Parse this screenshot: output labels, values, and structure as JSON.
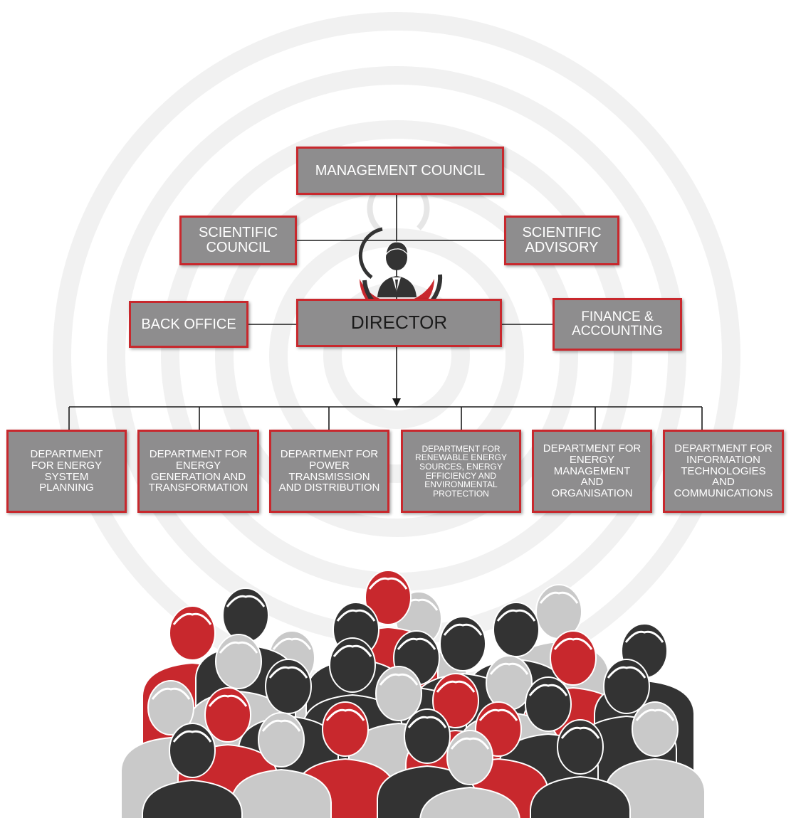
{
  "colors": {
    "border": "#c8282d",
    "box_fill": "#8e8d8e",
    "box_text": "#ffffff",
    "director_text": "#1b1b1b",
    "line": "#1b1b1b",
    "ring": "#f1f1f1",
    "person_dark": "#333333",
    "person_red": "#c8282d",
    "person_light": "#c9c9c9"
  },
  "top": {
    "management_council": "MANAGEMENT COUNCIL",
    "scientific_council": "SCIENTIFIC\nCOUNCIL",
    "scientific_advisory": "SCIENTIFIC\nADVISORY",
    "director": "DIRECTOR",
    "back_office": "BACK OFFICE",
    "finance": "FINANCE &\nACCOUNTING"
  },
  "departments": [
    {
      "label": "DEPARTMENT\nFOR ENERGY\nSYSTEM\nPLANNING"
    },
    {
      "label": "DEPARTMENT FOR\nENERGY\nGENERATION AND\nTRANSFORMATION"
    },
    {
      "label": "DEPARTMENT FOR\nPOWER\nTRANSMISSION\nAND DISTRIBUTION"
    },
    {
      "label": "DEPARTMENT FOR\nRENEWABLE ENERGY\nSOURCES, ENERGY\nEFFICIENCY AND\nENVIRONMENTAL\nPROTECTION"
    },
    {
      "label": "DEPARTMENT FOR\nENERGY\nMANAGEMENT\nAND\nORGANISATION"
    },
    {
      "label": "DEPARTMENT FOR\nINFORMATION\nTECHNOLOGIES\nAND\nCOMMUNICATIONS"
    }
  ],
  "icons": {
    "director_avatar": "businessman-icon",
    "crowd": "crowd-illustration"
  }
}
